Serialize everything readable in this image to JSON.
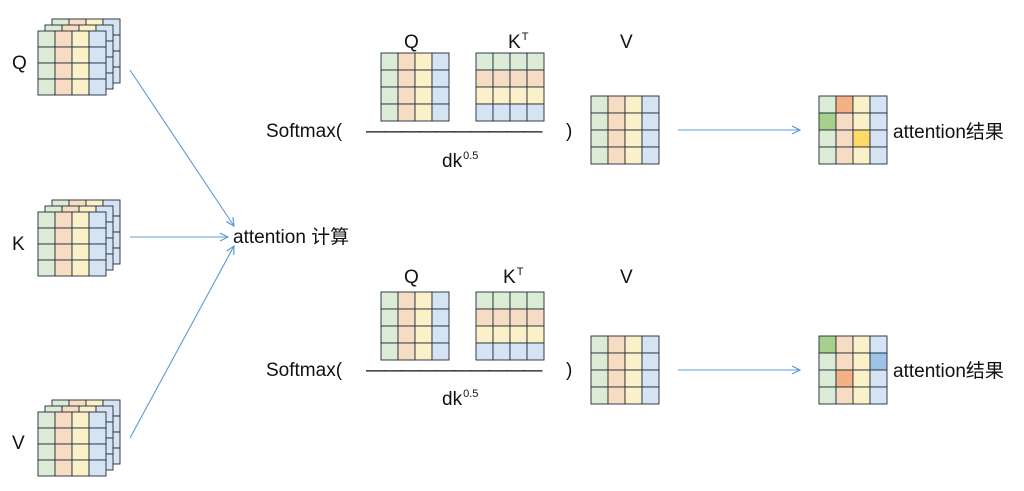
{
  "inputs": {
    "q_label": "Q",
    "k_label": "K",
    "v_label": "V"
  },
  "attention_label": "attention 计算",
  "heads": [
    {
      "q_label": "Q",
      "k_label": "K",
      "k_sup": "T",
      "v_label": "V",
      "softmax_open": "Softmax(",
      "fraction_line": "——————————",
      "softmax_close": ")",
      "denominator": "dk",
      "denominator_sup": "0.5",
      "result_label": "attention结果"
    },
    {
      "q_label": "Q",
      "k_label": "K",
      "k_sup": "T",
      "v_label": "V",
      "softmax_open": "Softmax(",
      "fraction_line": "——————————",
      "softmax_close": ")",
      "denominator": "dk",
      "denominator_sup": "0.5",
      "result_label": "attention结果"
    }
  ],
  "colors": {
    "green": "#dcebd5",
    "orange": "#f7dcc4",
    "yellow": "#fbf1c8",
    "blue": "#d6e3f3",
    "dark_green": "#a8d08d",
    "dark_orange": "#f4b183",
    "dark_yellow": "#ffd966",
    "dark_blue": "#9dc3e6",
    "grid_line": "#1f2a38",
    "arrow": "#5b9bd5"
  }
}
